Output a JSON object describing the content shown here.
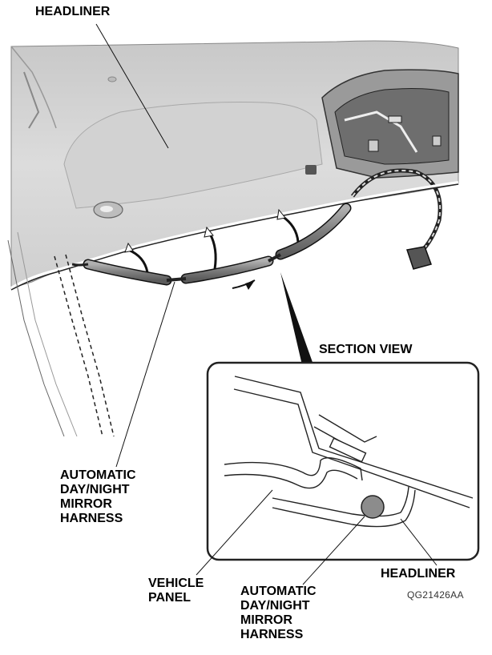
{
  "labels": {
    "headliner_top": "HEADLINER",
    "section_view": "SECTION VIEW",
    "harness_left": "AUTOMATIC\nDAY/NIGHT\nMIRROR\nHARNESS",
    "vehicle_panel": "VEHICLE\nPANEL",
    "harness_bottom": "AUTOMATIC\nDAY/NIGHT\nMIRROR\nHARNESS",
    "headliner_section": "HEADLINER",
    "figure_code": "QG21426AA"
  },
  "colors": {
    "headliner_fill": "#d9d9d9",
    "headliner_light": "#eeeeee",
    "harness_fill": "#8c8c8c",
    "outline": "#222222"
  }
}
